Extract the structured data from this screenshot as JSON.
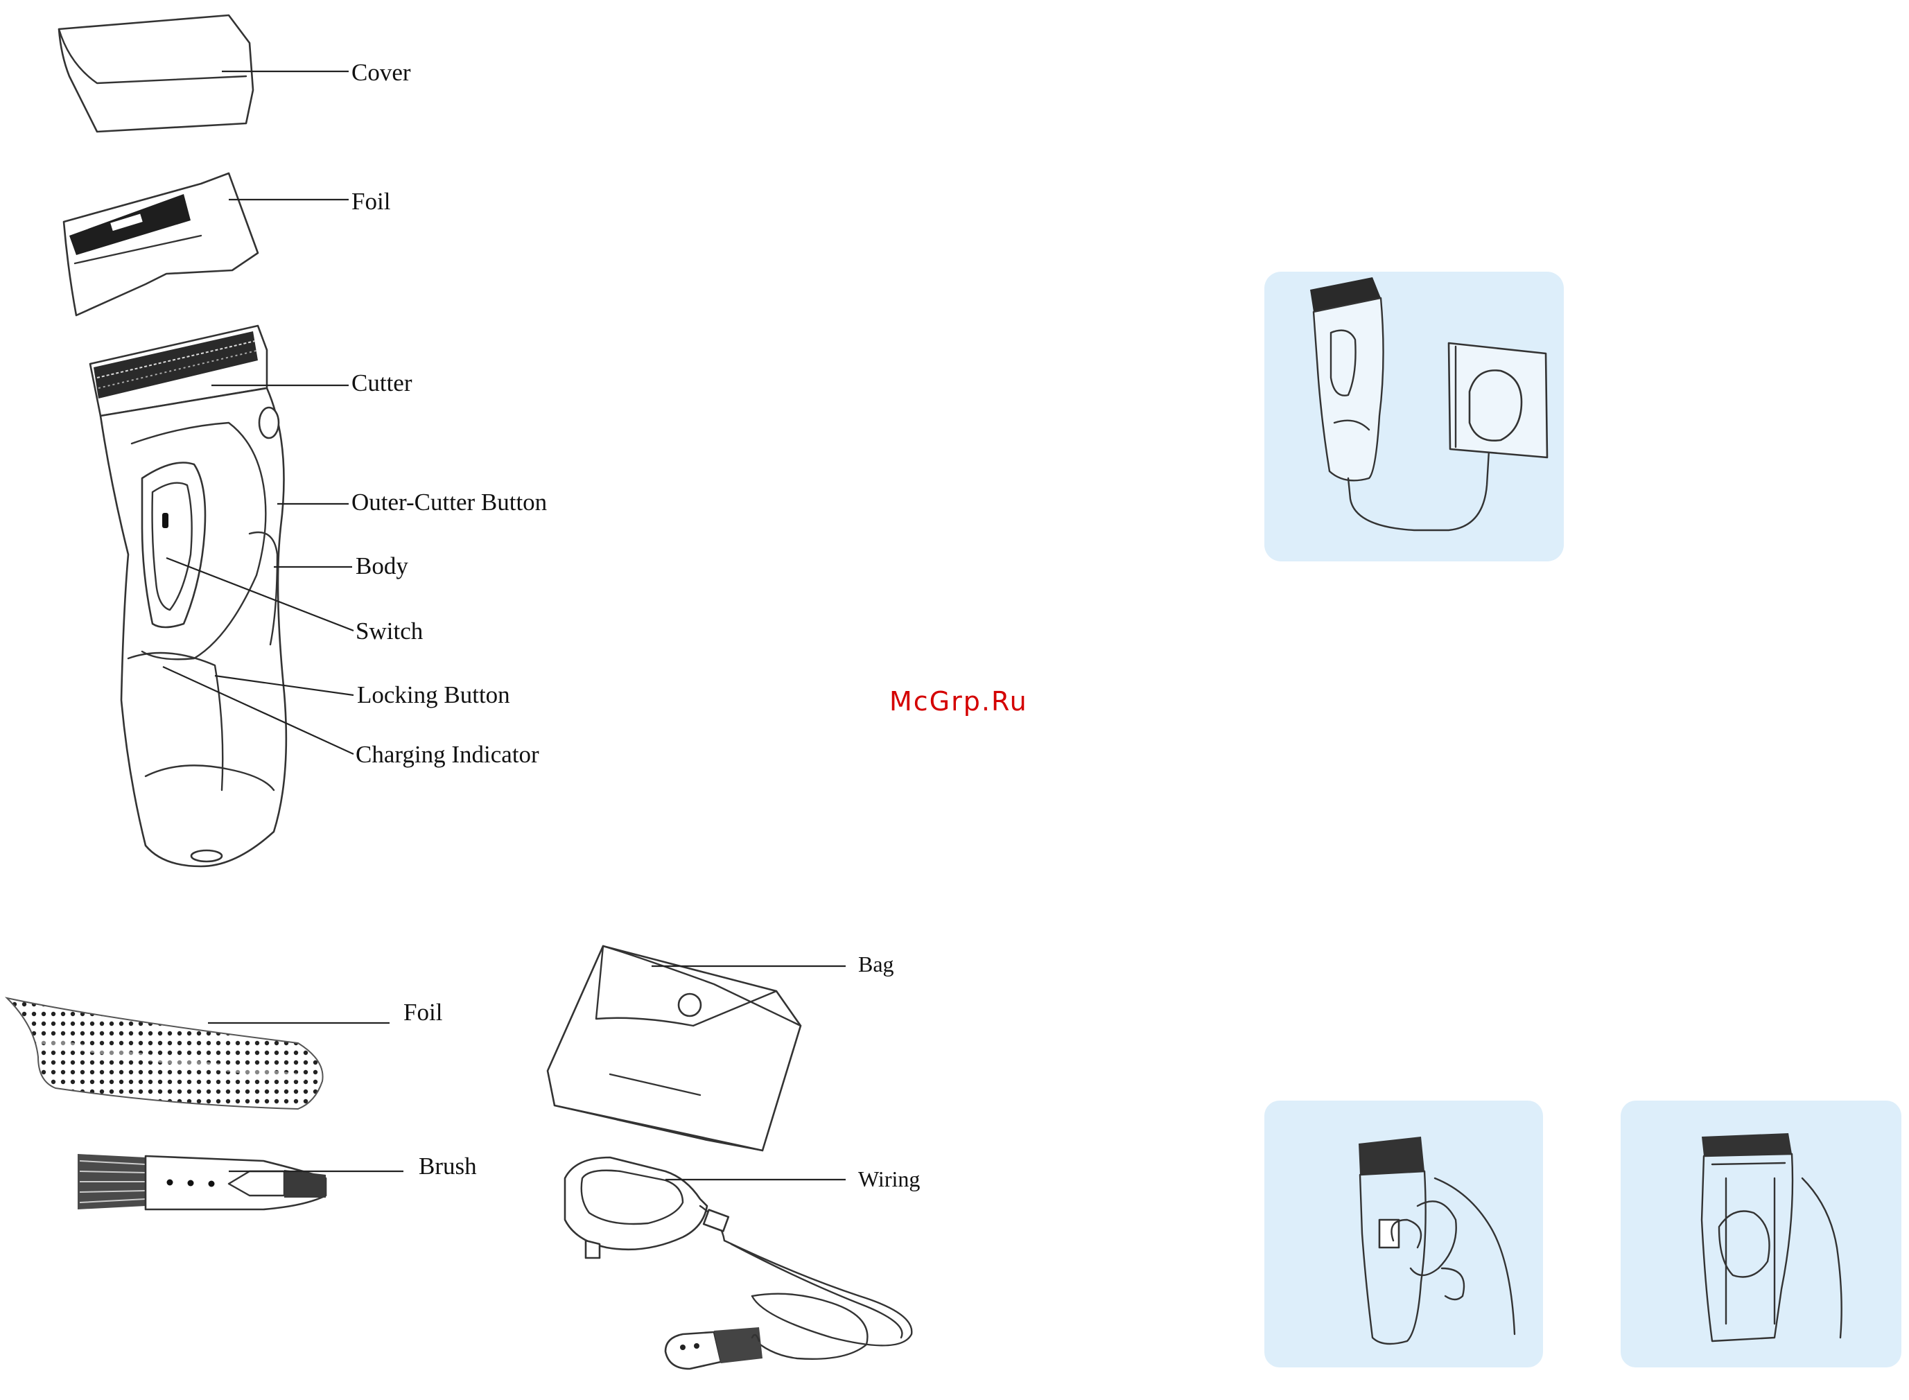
{
  "labels": {
    "cover": "Cover",
    "foil_top": "Foil",
    "cutter": "Cutter",
    "outer_cutter_button": "Outer-Cutter Button",
    "body": "Body",
    "switch": "Switch",
    "locking_button": "Locking Button",
    "charging_indicator": "Charging Indicator",
    "foil_bottom": "Foil",
    "brush": "Brush",
    "bag": "Bag",
    "wiring": "Wiring"
  },
  "watermark": "McGrp.Ru",
  "colors": {
    "panel_background": "#ddeefa",
    "watermark": "#d40000",
    "line_art": "#333333"
  }
}
